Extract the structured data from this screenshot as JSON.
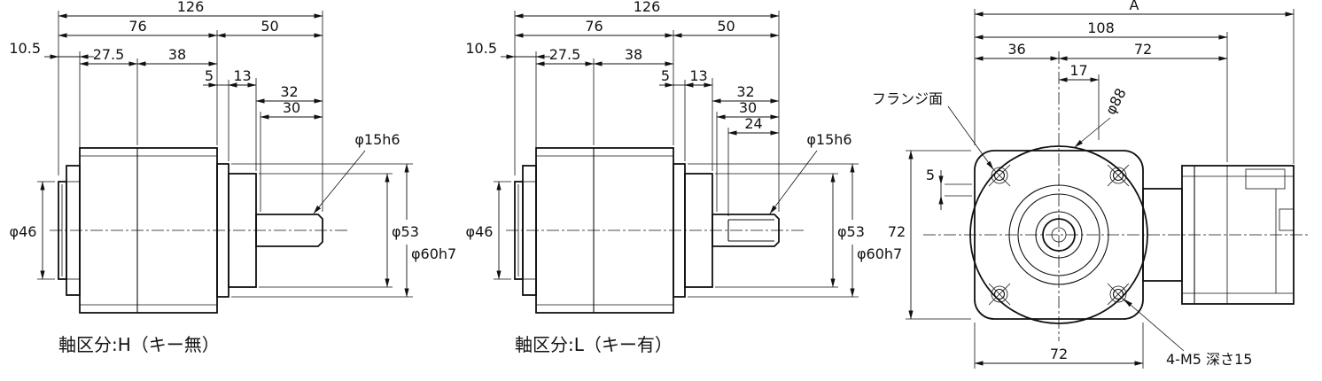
{
  "drawing": {
    "bg": "#ffffff",
    "ink": "#111111"
  },
  "views": {
    "v1": {
      "caption": "軸区分:H（キー無）",
      "dims": {
        "d126": "126",
        "d76": "76",
        "d50": "50",
        "d10_5": "10.5",
        "d27_5": "27.5",
        "d38": "38",
        "d5": "5",
        "d13": "13",
        "d32": "32",
        "d30": "30",
        "phi46": "φ46",
        "phi53": "φ53",
        "phi60h7": "φ60h7",
        "phi15h6": "φ15h6"
      }
    },
    "v2": {
      "caption": "軸区分:L（キー有）",
      "dims": {
        "d126": "126",
        "d76": "76",
        "d50": "50",
        "d10_5": "10.5",
        "d27_5": "27.5",
        "d38": "38",
        "d5": "5",
        "d13": "13",
        "d32": "32",
        "d30": "30",
        "d24": "24",
        "phi46": "φ46",
        "phi53": "φ53",
        "phi60h7": "φ60h7",
        "phi15h6": "φ15h6"
      }
    },
    "v3": {
      "flange_label": "フランジ面",
      "tap_note": "4-M5 深さ15",
      "dims": {
        "dA": "A",
        "d108": "108",
        "d36": "36",
        "d72_top": "72",
        "d17": "17",
        "phi88": "φ88",
        "d5": "5",
        "d72_left": "72",
        "d72_bottom": "72"
      }
    }
  }
}
